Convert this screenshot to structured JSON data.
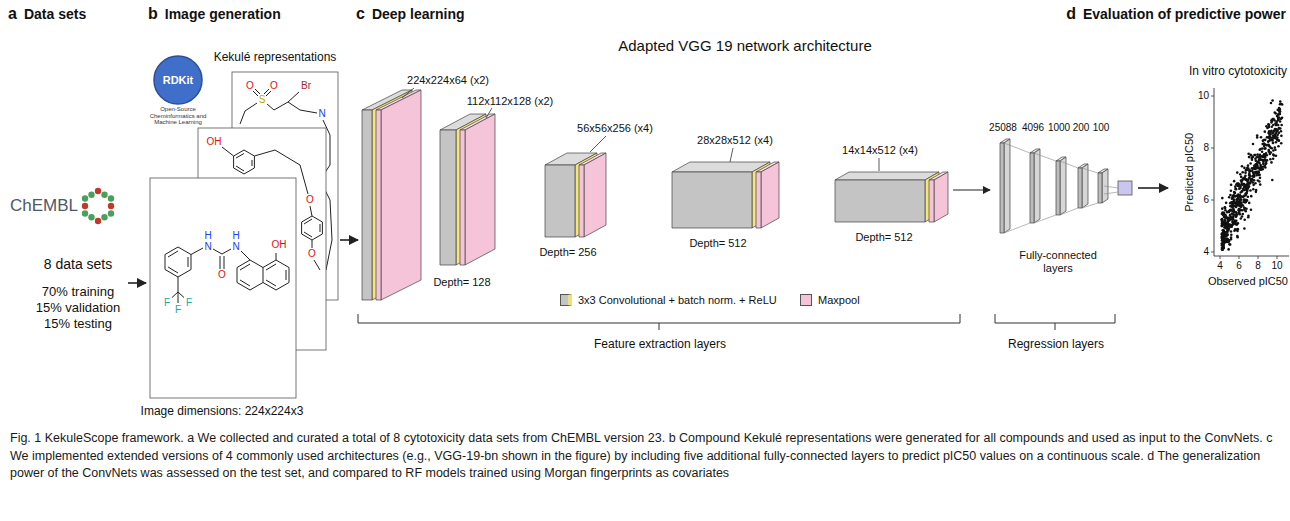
{
  "diagram": {
    "caption": "Fig. 1 KekuleScope framework. a We collected and curated a total of 8 cytotoxicity data sets from ChEMBL version 23. b Compound Kekulé representations were generated for all compounds and used as input to the ConvNets. c We implemented extended versions of 4 commonly used architectures (e.g., VGG-19-bn shown in the figure) by including five additional fully-connected layers to predict pIC50 values on a continuous scale. d The generalization power of the ConvNets was assessed on the test set, and compared to RF models trained using Morgan fingerprints as covariates",
    "nodes": [
      {
        "text": [
          "a",
          "Data sets"
        ]
      },
      {
        "text": [
          "b",
          "Image generation"
        ]
      },
      {
        "text": [
          "c",
          "Deep learning"
        ]
      },
      {
        "text": [
          "d",
          "Evaluation of predictive power"
        ]
      }
    ],
    "edges": [
      {
        "from": 0,
        "to": 1,
        "arrow": "to"
      },
      {
        "from": 1,
        "to": 2,
        "arrow": "to"
      },
      {
        "from": 2,
        "to": 3,
        "arrow": "to"
      }
    ],
    "labels": [
      "ChEMBL",
      "8 data sets",
      "70% training",
      "15% validation",
      "15% testing",
      "RDKit",
      "Open-Source Cheminformatics and Machine Learning",
      "Kekulé representations",
      "H",
      "N",
      "O",
      "N",
      "H",
      "OH",
      "F",
      "F",
      "F",
      "OH",
      "O",
      "O",
      "O",
      "S",
      "O",
      "Br",
      "N",
      "Image dimensions: 224x224x3",
      "Adapted VGG 19 network architecture",
      "224x224x64 (x2)",
      "112x112x128 (x2)",
      "56x56x256 (x4)",
      "28x28x512 (x4)",
      "14x14x512 (x4)",
      "Depth= 128",
      "Depth= 256",
      "Depth= 512",
      "Depth= 512",
      "25088",
      "4096",
      "1000",
      "200",
      "100",
      "Fully-connected layers",
      "Feature extraction layers",
      "Regression layers",
      "In vitro cytotoxicity",
      "Predicted pIC50",
      "Observed pIC50",
      "4",
      "6",
      "8",
      "10",
      "4",
      "6",
      "8",
      "10"
    ],
    "legend": [
      {
        "text": "3x3 Convolutional + batch norm. + ReLU",
        "color": "#c4c4c4"
      },
      {
        "text": "Maxpool",
        "color": "#f5c4d9"
      }
    ]
  }
}
